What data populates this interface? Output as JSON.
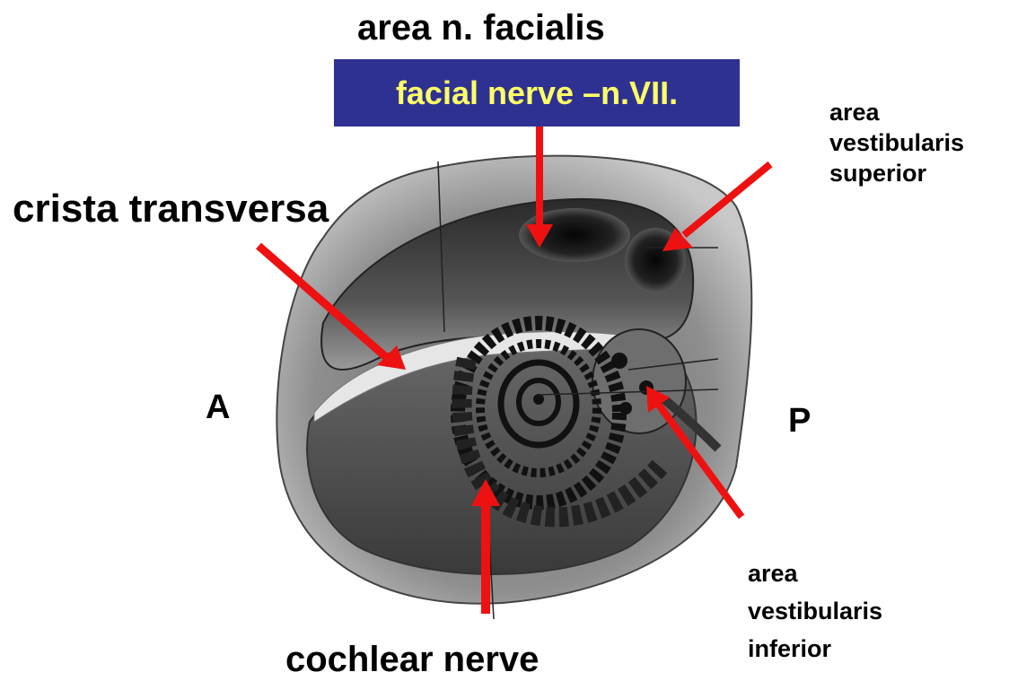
{
  "labels": {
    "area_facialis": "area n. facialis",
    "facial_nerve": "facial nerve –n.VII.",
    "area_vestibularis_superior": "area\nvestibularis\nsuperior",
    "crista_transversa": "crista transversa",
    "anterior": "A",
    "posterior": "P",
    "area_vestibularis_inferior": "area\nvestibularis\ninferior",
    "cochlear_nerve": "cochlear nerve"
  },
  "colors": {
    "arrow": "#ee1111",
    "banner_bg": "#2e3192",
    "banner_text": "#ffff66",
    "engraving_dark": "#1a1a1a"
  }
}
